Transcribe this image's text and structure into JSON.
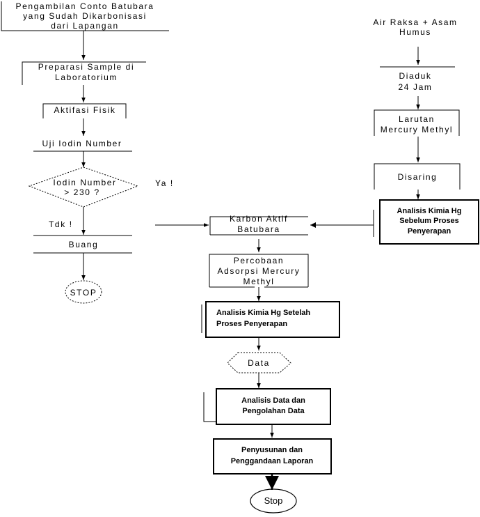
{
  "left": {
    "start": [
      "Pengambilan Conto Batubara",
      "yang Sudah Dikarbonisasi",
      "dari Lapangan"
    ],
    "prep": [
      "Preparasi Sample di",
      "Laboratorium"
    ],
    "aktifasi": "Aktifasi Fisik",
    "uji": "Uji Iodin Number",
    "decision": [
      "Iodin Number",
      "> 230 ?"
    ],
    "ya": "Ya !",
    "tdk": "Tdk !",
    "buang": "Buang",
    "stop": "STOP"
  },
  "right": {
    "start": [
      "Air Raksa + Asam",
      "Humus"
    ],
    "diaduk": [
      "Diaduk",
      "24 Jam"
    ],
    "larutan": [
      "Larutan",
      "Mercury Methyl"
    ],
    "disaring": "Disaring",
    "analisis_sebelum": [
      "Analisis Kimia Hg",
      "Sebelum Proses",
      "Penyerapan"
    ]
  },
  "center": {
    "karbon": [
      "Karbon Aktif",
      "Batubara"
    ],
    "percobaan": [
      "Percobaan",
      "Adsorpsi Mercury",
      "Methyl"
    ],
    "analisis_setelah": [
      "Analisis Kimia Hg Setelah",
      "Proses Penyerapan"
    ],
    "data": "Data",
    "analisis_data": [
      "Analisis Data dan",
      "Pengolahan Data"
    ],
    "penyusunan": [
      "Penyusunan dan",
      "Penggandaan Laporan"
    ],
    "stop": "Stop"
  }
}
